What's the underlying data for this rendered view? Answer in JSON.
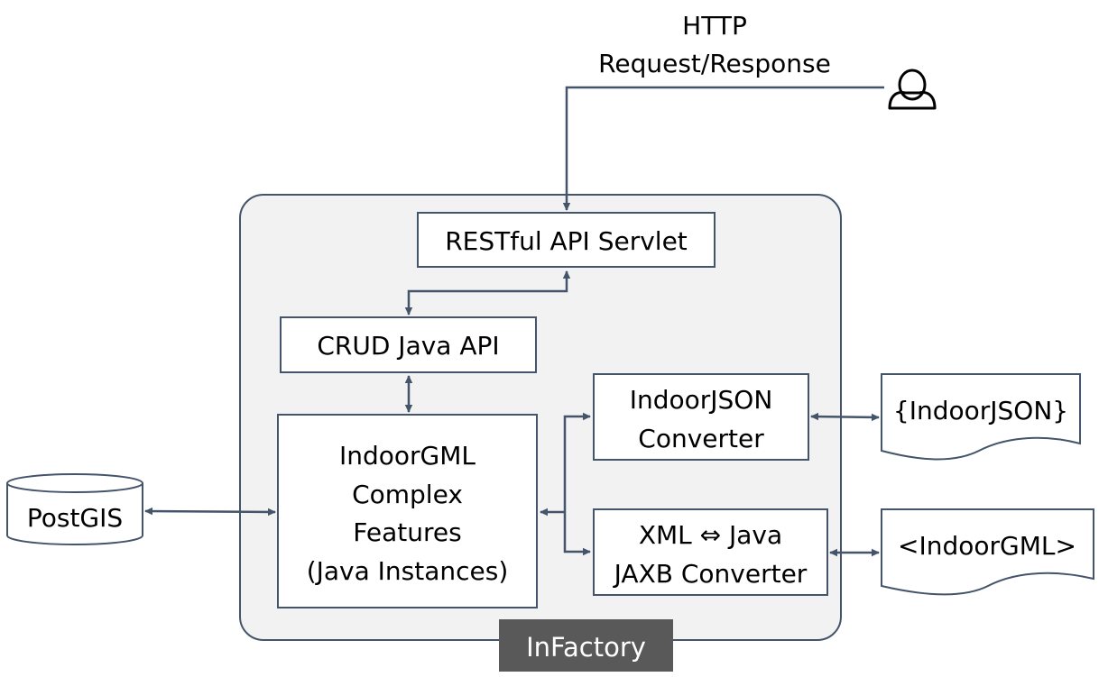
{
  "diagram": {
    "http_label": {
      "line1": "HTTP",
      "line2": "Request/Response"
    },
    "container": {
      "label": "InFactory"
    },
    "nodes": {
      "restful": "RESTful API Servlet",
      "crud": "CRUD Java API",
      "indoorgml_features": [
        "IndoorGML",
        "Complex",
        "Features",
        "(Java Instances)"
      ],
      "indoorjson_converter": [
        "IndoorJSON",
        "Converter"
      ],
      "jaxb_converter": [
        "XML ⇔ Java",
        "JAXB Converter"
      ],
      "postgis": "PostGIS",
      "indoorjson_doc": "{IndoorJSON}",
      "indoorgml_doc": "<IndoorGML>"
    },
    "icons": {
      "user": "user-icon"
    },
    "colors": {
      "stroke": "#44546a",
      "container_fill": "#f2f2f2",
      "container_label_fill": "#595959",
      "container_label_text": "#ffffff",
      "box_fill": "#ffffff",
      "text": "#000000"
    }
  }
}
